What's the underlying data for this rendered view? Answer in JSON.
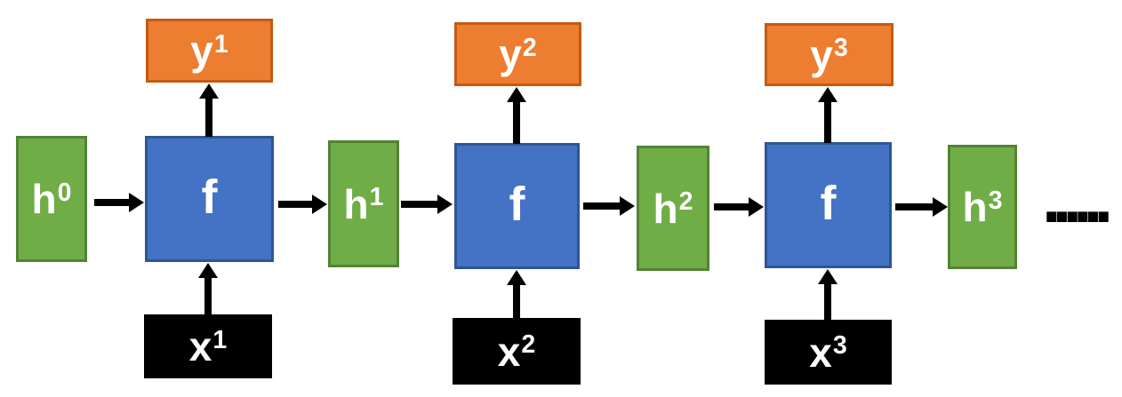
{
  "diagram": {
    "type": "rnn-unrolled-flow",
    "ellipsis": "......",
    "colors": {
      "background": "#ffffff",
      "hidden_fill": "#70AD47",
      "hidden_border": "#548235",
      "cell_fill": "#4472C4",
      "cell_border": "#2F5597",
      "output_fill": "#ED7D31",
      "output_border": "#C55A11",
      "input_fill": "#000000",
      "arrow": "#000000",
      "label_text": "#ffffff"
    },
    "hidden_states": [
      {
        "base": "h",
        "sup": "0"
      },
      {
        "base": "h",
        "sup": "1"
      },
      {
        "base": "h",
        "sup": "2"
      },
      {
        "base": "h",
        "sup": "3"
      }
    ],
    "cells": [
      {
        "label": "f"
      },
      {
        "label": "f"
      },
      {
        "label": "f"
      }
    ],
    "outputs": [
      {
        "base": "y",
        "sup": "1"
      },
      {
        "base": "y",
        "sup": "2"
      },
      {
        "base": "y",
        "sup": "3"
      }
    ],
    "inputs": [
      {
        "base": "x",
        "sup": "1"
      },
      {
        "base": "x",
        "sup": "2"
      },
      {
        "base": "x",
        "sup": "3"
      }
    ]
  }
}
